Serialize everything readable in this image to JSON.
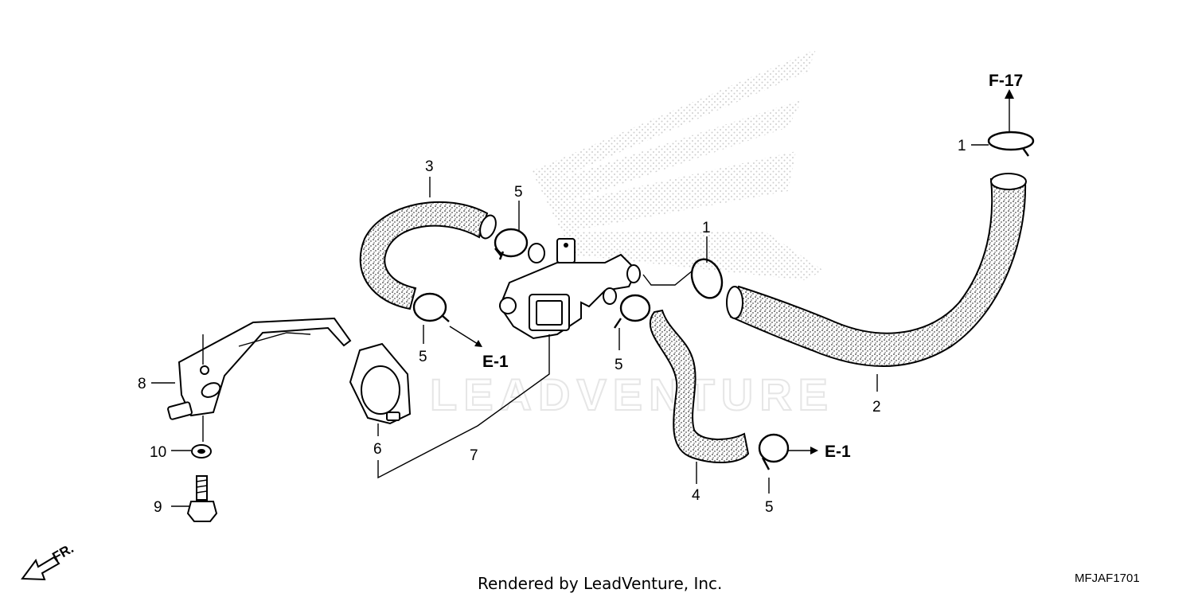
{
  "callouts": {
    "p1a": "1",
    "p1b": "1",
    "p2": "2",
    "p3": "3",
    "p4": "4",
    "p5a": "5",
    "p5b": "5",
    "p5c": "5",
    "p5d": "5",
    "p6": "6",
    "p7": "7",
    "p8": "8",
    "p9": "9",
    "p10": "10"
  },
  "refs": {
    "f17": "F-17",
    "e1a": "E-1",
    "e1b": "E-1"
  },
  "direction": "FR.",
  "watermark": "LEADVENTURE",
  "footer": {
    "rendered_by": "Rendered by LeadVenture, Inc.",
    "diagram_code": "MFJAF1701"
  }
}
